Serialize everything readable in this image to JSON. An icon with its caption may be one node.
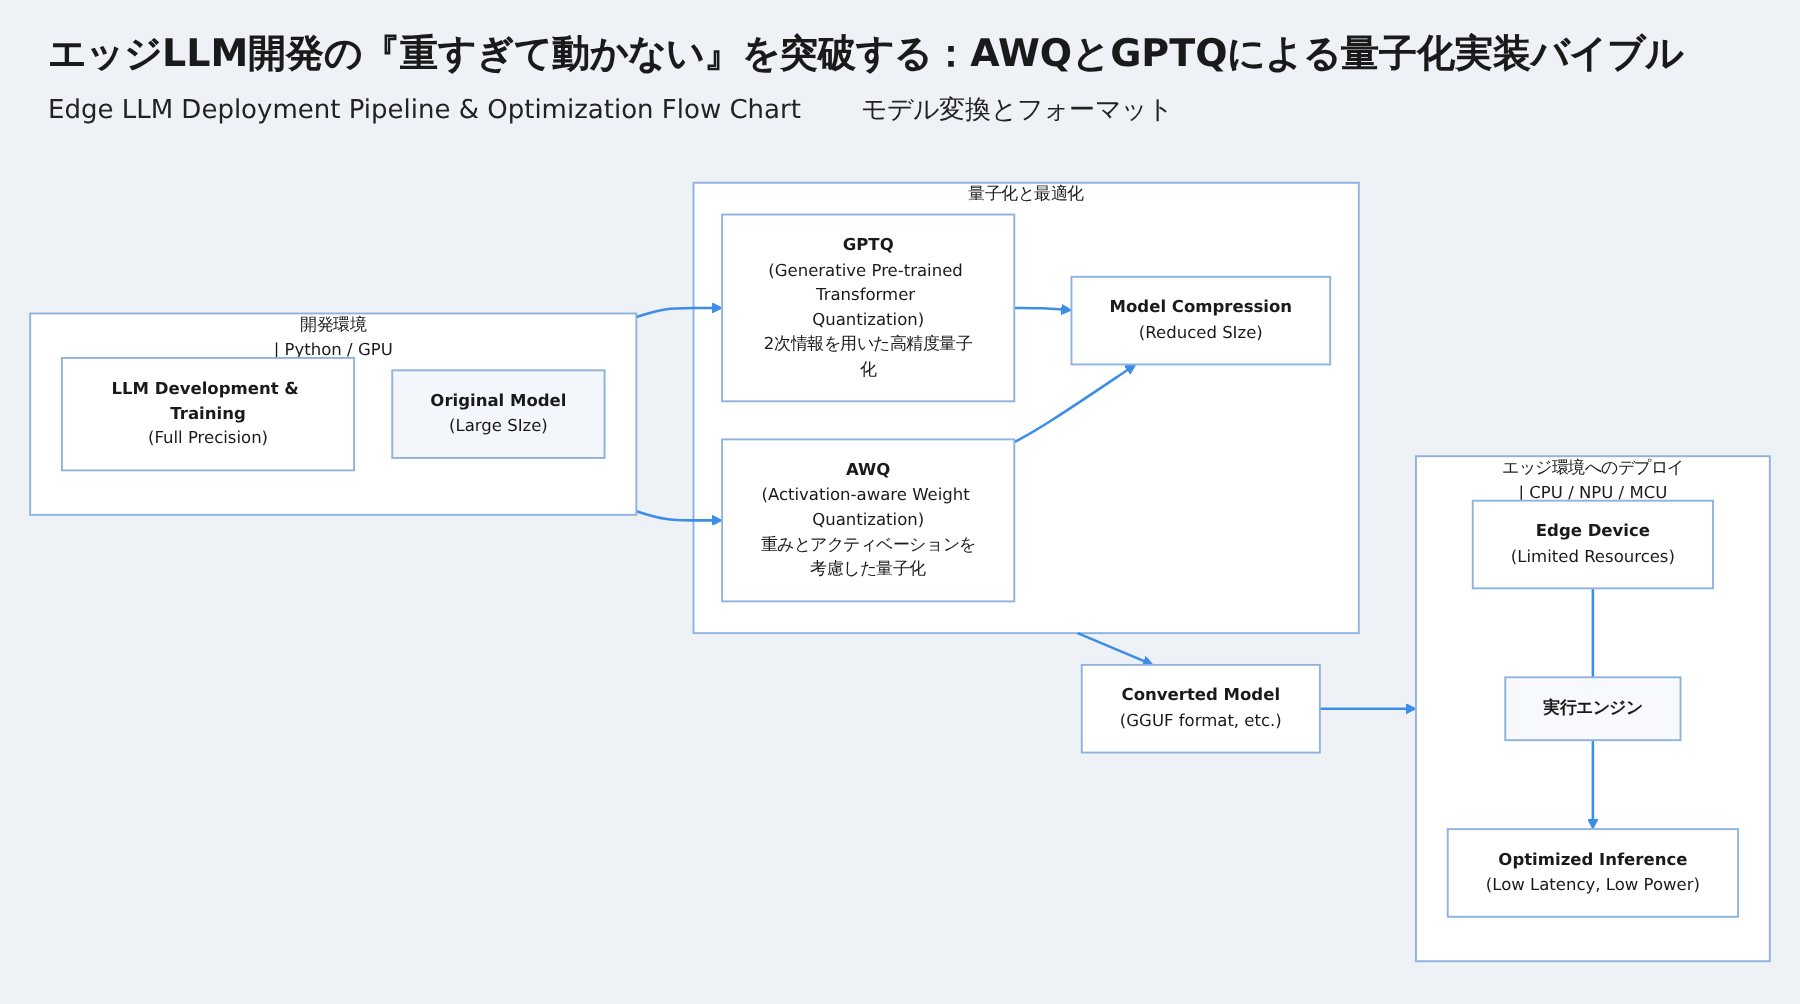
{
  "diagram": {
    "title": "エッジLLM開発の『重すぎて動かない』を突破する：AWQとGPTQによる量子化実装バイブル",
    "nodes": [
      {
        "text": [
          "開発環境",
          "| Python / GPU"
        ]
      },
      {
        "text": [
          "LLM Development & Training",
          "(Full Precision)"
        ],
        "in": 0
      },
      {
        "text": [
          "Original Model",
          "(Large SIze)"
        ],
        "in": 0
      },
      {
        "text": [
          "量子化と最適化"
        ]
      },
      {
        "text": [
          "AWQ",
          "(Activation-aware Weight Quantization)",
          "重みとアクティベーションを考慮した量子化"
        ],
        "in": 3
      },
      {
        "text": [
          "GPTQ",
          "(Generative Pre-trained Transformer Quantization)",
          "2次情報を用いた高精度量子化"
        ],
        "in": 3
      },
      {
        "text": [
          "Model Compression",
          "(Reduced SIze)"
        ],
        "in": 3
      },
      {
        "text": [
          "Converted Model",
          "(GGUF format, etc.)"
        ]
      },
      {
        "text": [
          "エッジ環境へのデプロイ",
          "| CPU / NPU / MCU"
        ]
      },
      {
        "text": [
          "Edge Device",
          "(Limited Resources)"
        ],
        "in": 8
      },
      {
        "text": [
          "実行エンジン"
        ],
        "in": 8
      },
      {
        "text": [
          "Optimized Inference",
          "(Low Latency, Low Power)"
        ],
        "in": 8
      }
    ],
    "edges": [
      {
        "from": 0,
        "to": 4,
        "arrow": "to"
      },
      {
        "from": 0,
        "to": 5,
        "arrow": "to"
      },
      {
        "from": 4,
        "to": 6,
        "arrow": "to"
      },
      {
        "from": 5,
        "to": 6,
        "arrow": "to"
      },
      {
        "from": 3,
        "to": 7,
        "arrow": "to"
      },
      {
        "from": 7,
        "to": 8,
        "arrow": "to"
      },
      {
        "from": 9,
        "to": 10,
        "arrow": "none"
      },
      {
        "from": 10,
        "to": 11,
        "arrow": "to"
      }
    ],
    "labels": [
      "Edge LLM Deployment Pipeline & Optimization Flow Chart",
      "モデル変換とフォーマット"
    ]
  }
}
